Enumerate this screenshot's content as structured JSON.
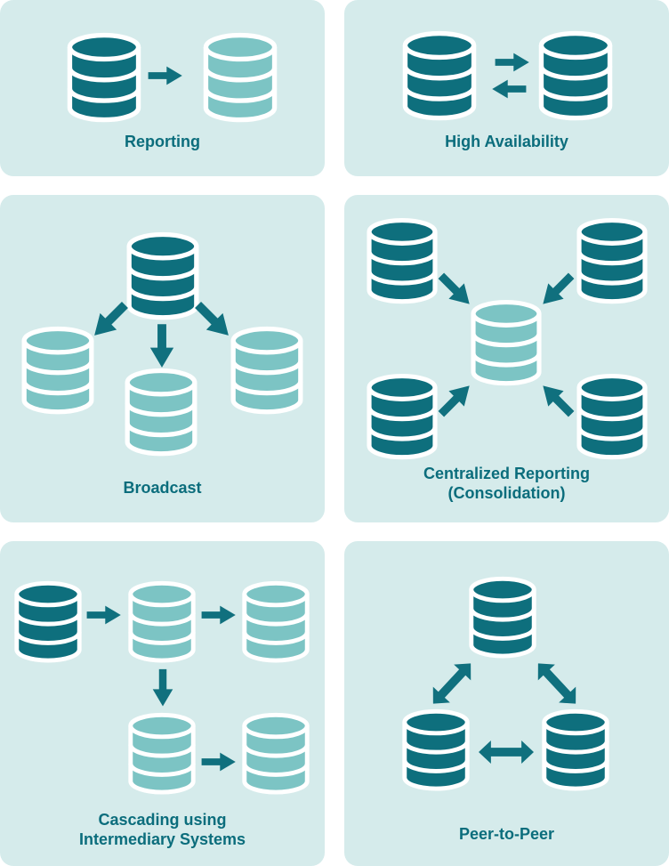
{
  "colors": {
    "page_background": "#ffffff",
    "panel_background": "#d5ebeb",
    "database_dark": "#0e6f7d",
    "database_light": "#7cc4c4",
    "arrow": "#10707e",
    "label_text": "#0b6d7c",
    "icon_outline": "#ffffff"
  },
  "icons": {
    "database": "database-icon",
    "arrow_right": "arrow-right-icon",
    "arrow_left": "arrow-left-icon",
    "arrow_down": "arrow-down-icon",
    "arrow_diagonal": "arrow-diagonal-icon",
    "double_arrow": "double-arrow-icon"
  },
  "panels": [
    {
      "id": "reporting",
      "label": "Reporting",
      "label_lines": [
        "Reporting"
      ],
      "databases": [
        "dark",
        "light"
      ],
      "connections": [
        "dark source one-way to light replica"
      ]
    },
    {
      "id": "high-availability",
      "label": "High Availability",
      "label_lines": [
        "High Availability"
      ],
      "databases": [
        "dark",
        "dark"
      ],
      "connections": [
        "two-way between both databases"
      ]
    },
    {
      "id": "broadcast",
      "label": "Broadcast",
      "label_lines": [
        "Broadcast"
      ],
      "databases": [
        "dark",
        "light",
        "light",
        "light"
      ],
      "connections": [
        "dark source one-way to three light replicas"
      ]
    },
    {
      "id": "centralized-reporting",
      "label": "Centralized Reporting (Consolidation)",
      "label_lines": [
        "Centralized Reporting",
        "(Consolidation)"
      ],
      "databases": [
        "dark",
        "dark",
        "dark",
        "dark",
        "light"
      ],
      "connections": [
        "four dark sources one-way into central light database"
      ]
    },
    {
      "id": "cascading",
      "label": "Cascading using Intermediary Systems",
      "label_lines": [
        "Cascading using",
        "Intermediary Systems"
      ],
      "databases": [
        "dark",
        "light",
        "light",
        "light",
        "light"
      ],
      "connections": [
        "dark source chains through light intermediaries to light targets"
      ]
    },
    {
      "id": "peer-to-peer",
      "label": "Peer-to-Peer",
      "label_lines": [
        "Peer-to-Peer"
      ],
      "databases": [
        "dark",
        "dark",
        "dark"
      ],
      "connections": [
        "two-way between all three databases"
      ]
    }
  ]
}
